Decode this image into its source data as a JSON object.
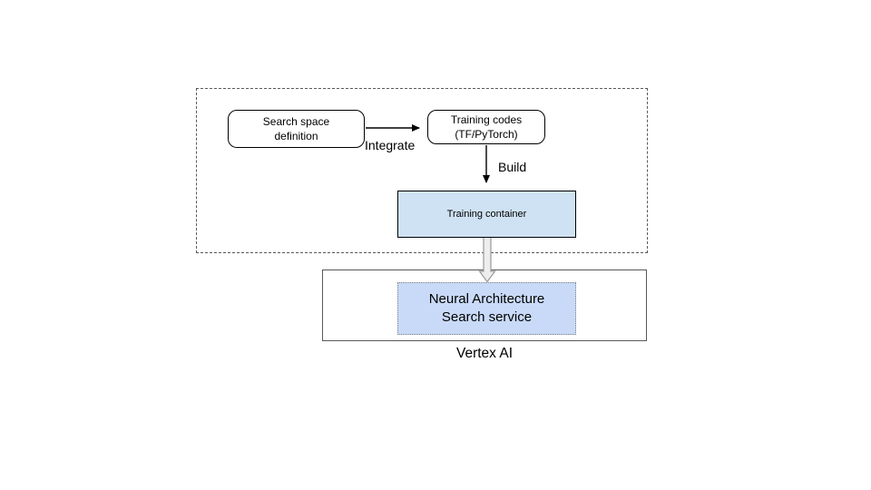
{
  "diagram": {
    "group": {
      "nodes": {
        "search_space": {
          "label": "Search space\ndefinition",
          "fill": "#ffffff"
        },
        "training_codes": {
          "label": "Training codes\n(TF/PyTorch)",
          "fill": "#ffffff"
        },
        "training_container": {
          "label": "Training container",
          "fill": "#cfe2f3"
        }
      },
      "edges": {
        "integrate": {
          "label": "Integrate"
        },
        "build": {
          "label": "Build"
        }
      }
    },
    "vertex_ai": {
      "label": "Vertex AI",
      "nas_service": {
        "label": "Neural Architecture\nSearch service",
        "fill": "#c9daf8"
      }
    },
    "colors": {
      "thin_arrow": "#000000",
      "thick_arrow_stroke": "#999999",
      "thick_arrow_fill": "#eeeeee",
      "group_border": "#595959",
      "vertex_border": "#595959",
      "rounded_box_border": "#000000",
      "nas_border_dotted": "#7f7f7f",
      "text": "#000000"
    }
  }
}
